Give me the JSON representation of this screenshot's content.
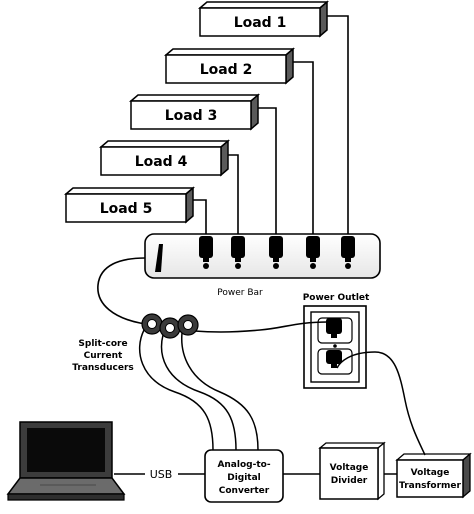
{
  "loads": [
    {
      "label": "Load 1"
    },
    {
      "label": "Load 2"
    },
    {
      "label": "Load 3"
    },
    {
      "label": "Load 4"
    },
    {
      "label": "Load 5"
    }
  ],
  "power_bar": {
    "label": "Power Bar"
  },
  "power_outlet": {
    "label": "Power Outlet"
  },
  "transducers": {
    "line1": "Split-core",
    "line2": "Current",
    "line3": "Transducers"
  },
  "usb": {
    "label": "USB"
  },
  "adc": {
    "line1": "Analog-to-",
    "line2": "Digital",
    "line3": "Converter"
  },
  "voltage_divider": {
    "line1": "Voltage",
    "line2": "Divider"
  },
  "voltage_transformer": {
    "line1": "Voltage",
    "line2": "Transformer"
  }
}
